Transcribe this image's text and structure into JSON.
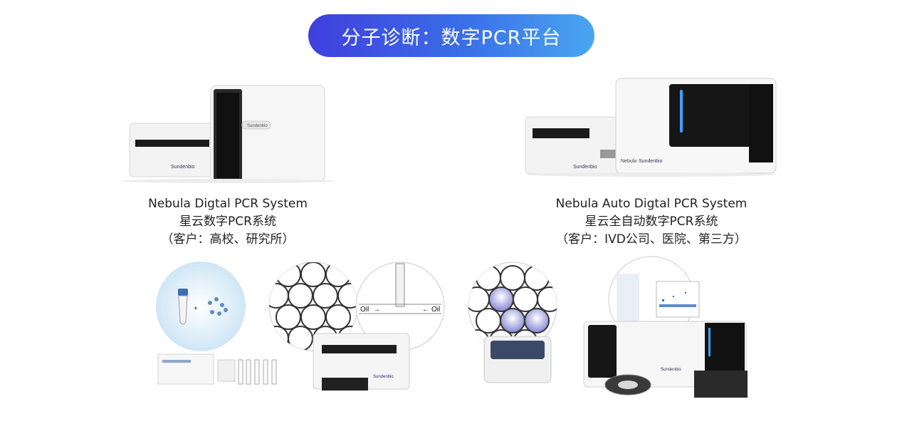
{
  "header": {
    "title": "分子诊断：数字PCR平台"
  },
  "products": [
    {
      "name_en": "Nebula Digtal PCR System",
      "name_cn": "星云数字PCR系统",
      "customers": "（客户：高校、研究所）",
      "logo_text": "Sundenbio"
    },
    {
      "name_en": "Nebula Auto Digtal PCR System",
      "name_cn": "星云全自动数字PCR系统",
      "customers": "（客户：IVD公司、医院、第三方）",
      "logo_text": "Sundenbio",
      "brand_text": "Nebula"
    }
  ],
  "workflow": {
    "plus_sign": "+",
    "oil_left": "Oil",
    "oil_right": "Oil",
    "left_arrow": "→",
    "right_arrow": "←"
  },
  "colors": {
    "accent_start": "#3f3fdc",
    "accent_end": "#4aa6f0",
    "device_body": "#f4f4f4",
    "panel_dark": "#1a1a1a",
    "led_blue": "#3aa0ff"
  }
}
